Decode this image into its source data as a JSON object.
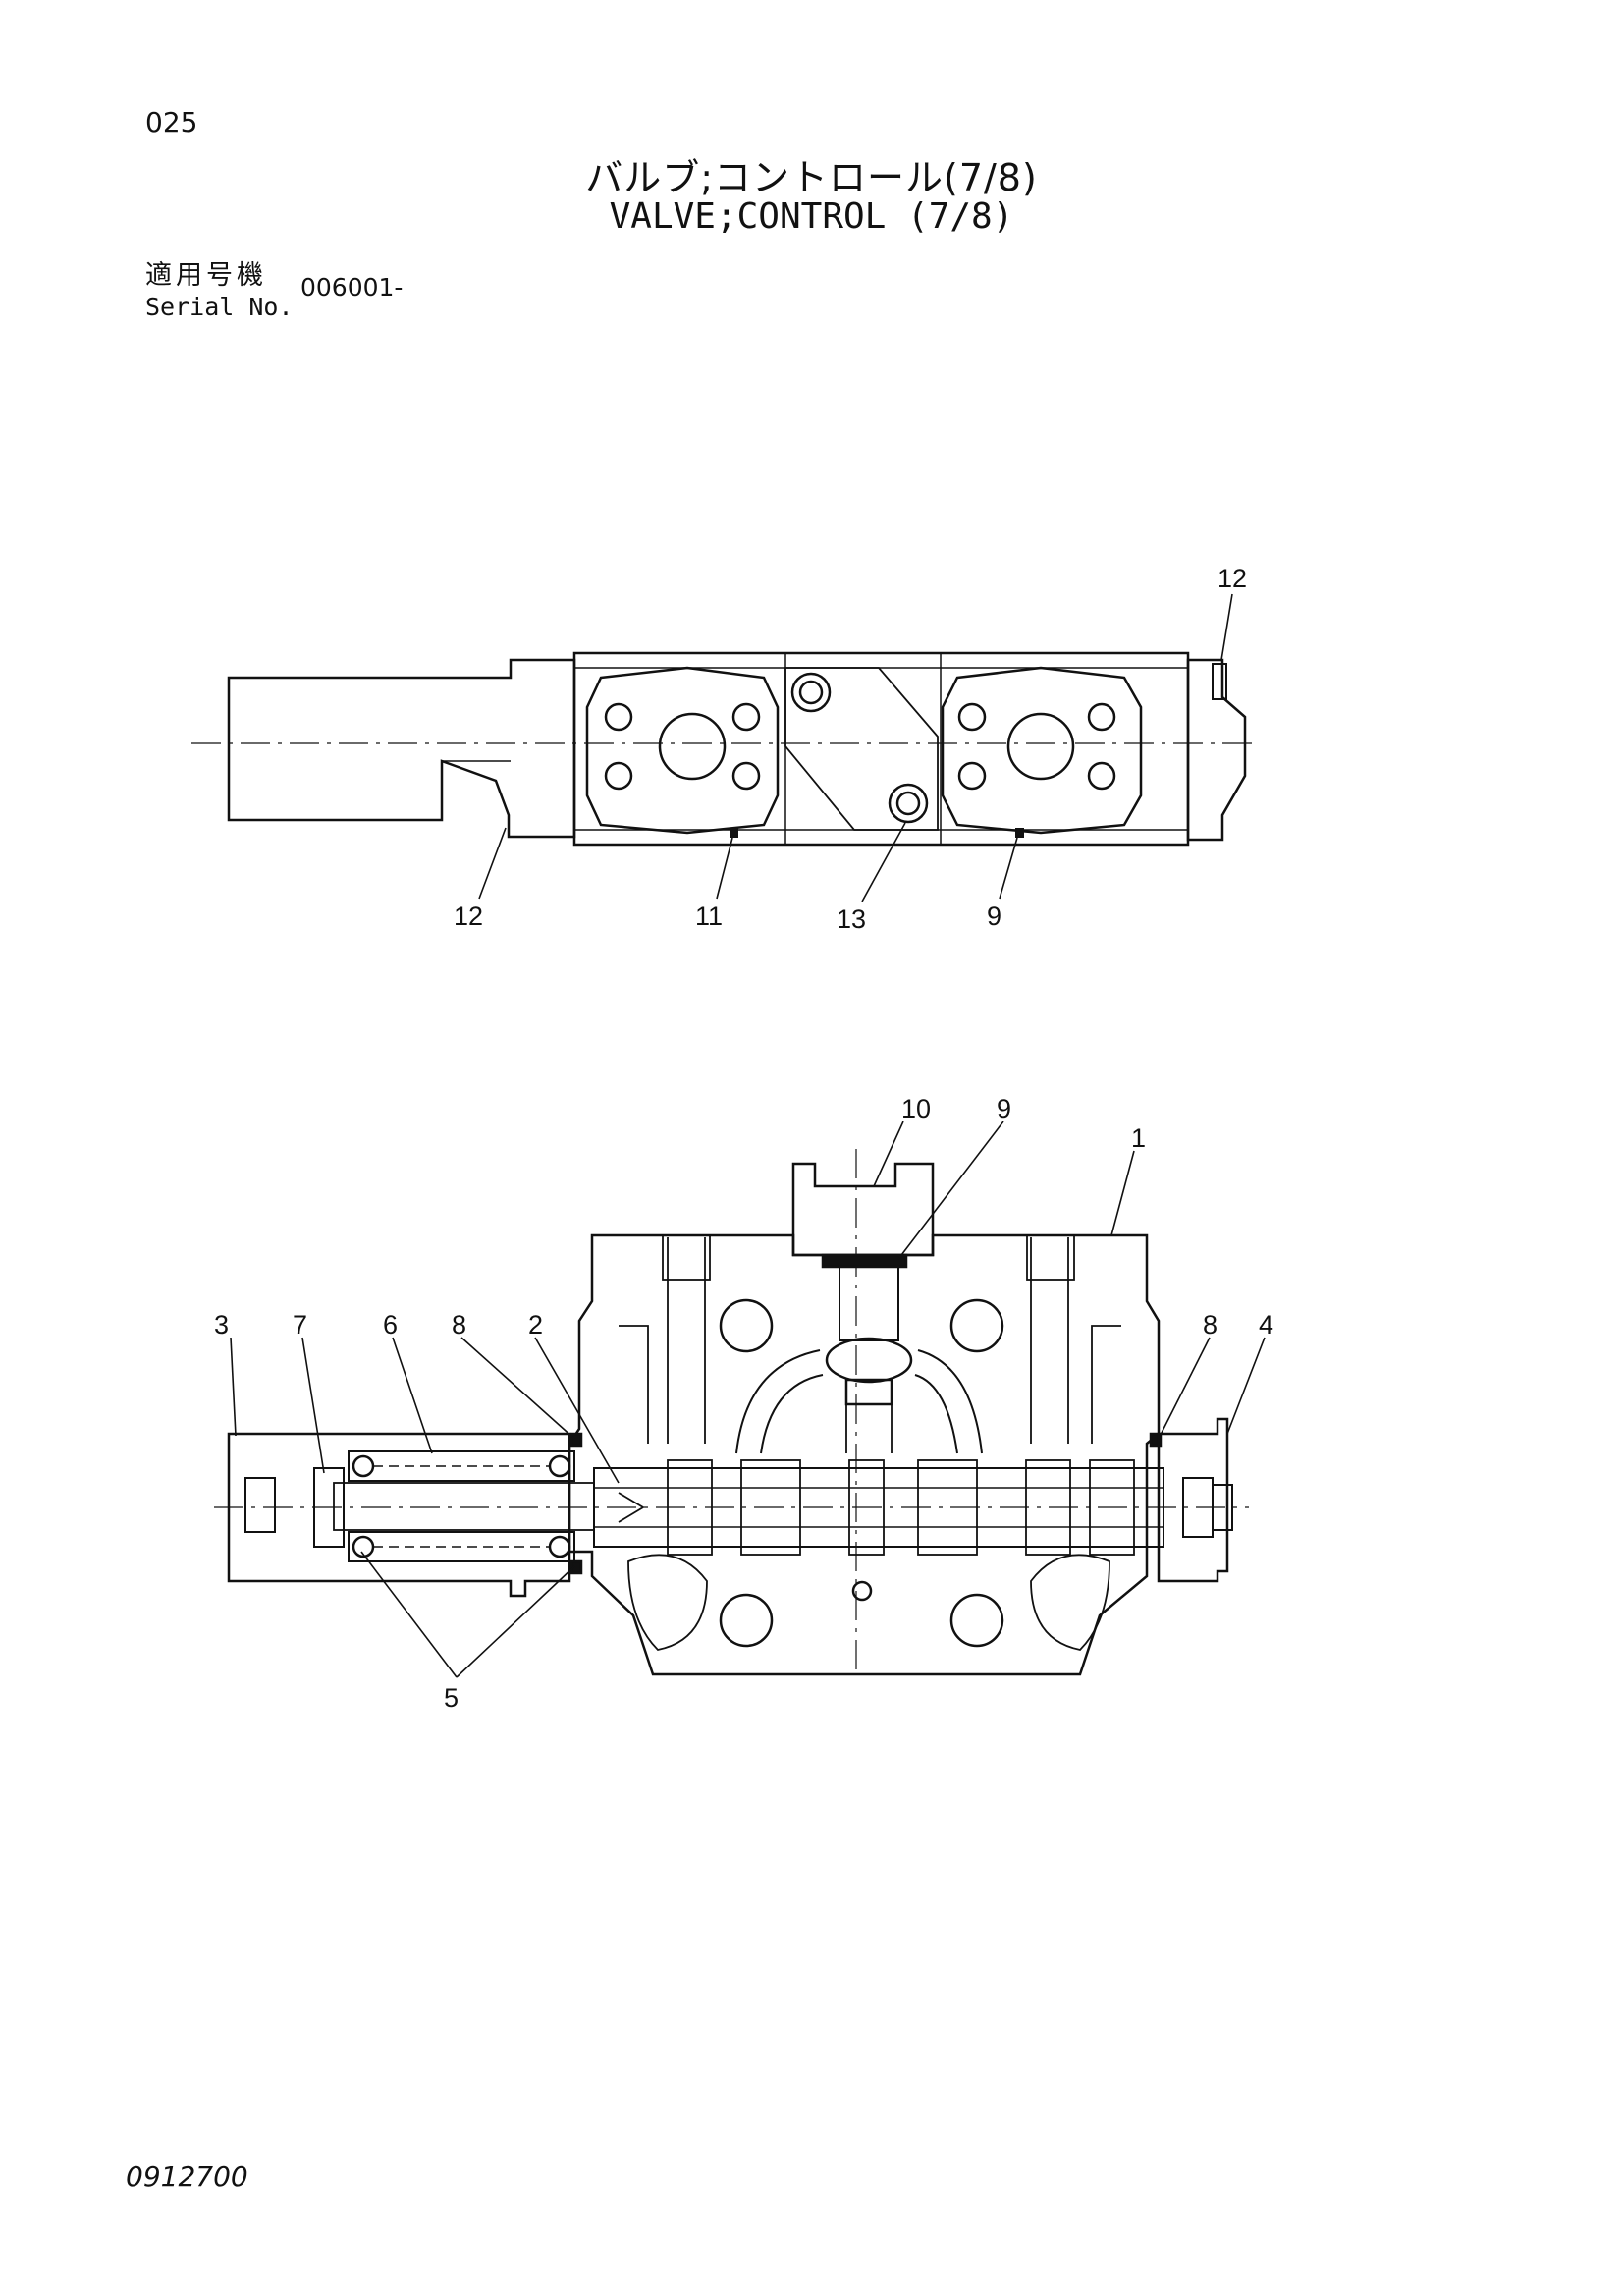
{
  "page": {
    "page_number": "025",
    "title_japanese": "バルブ;コントロール(7/8)",
    "title_english": "VALVE;CONTROL (7/8)",
    "serial_label_japanese": "適用号機",
    "serial_label_english": "Serial No.",
    "serial_value": "006001-",
    "footer_code": "0912700"
  },
  "top_view": {
    "callouts": [
      "12",
      "12",
      "11",
      "13",
      "9"
    ]
  },
  "section_view": {
    "callouts": [
      "10",
      "9",
      "1",
      "3",
      "7",
      "6",
      "8",
      "2",
      "8",
      "4",
      "5"
    ]
  },
  "colors": {
    "line": "#111111",
    "background": "#ffffff"
  }
}
